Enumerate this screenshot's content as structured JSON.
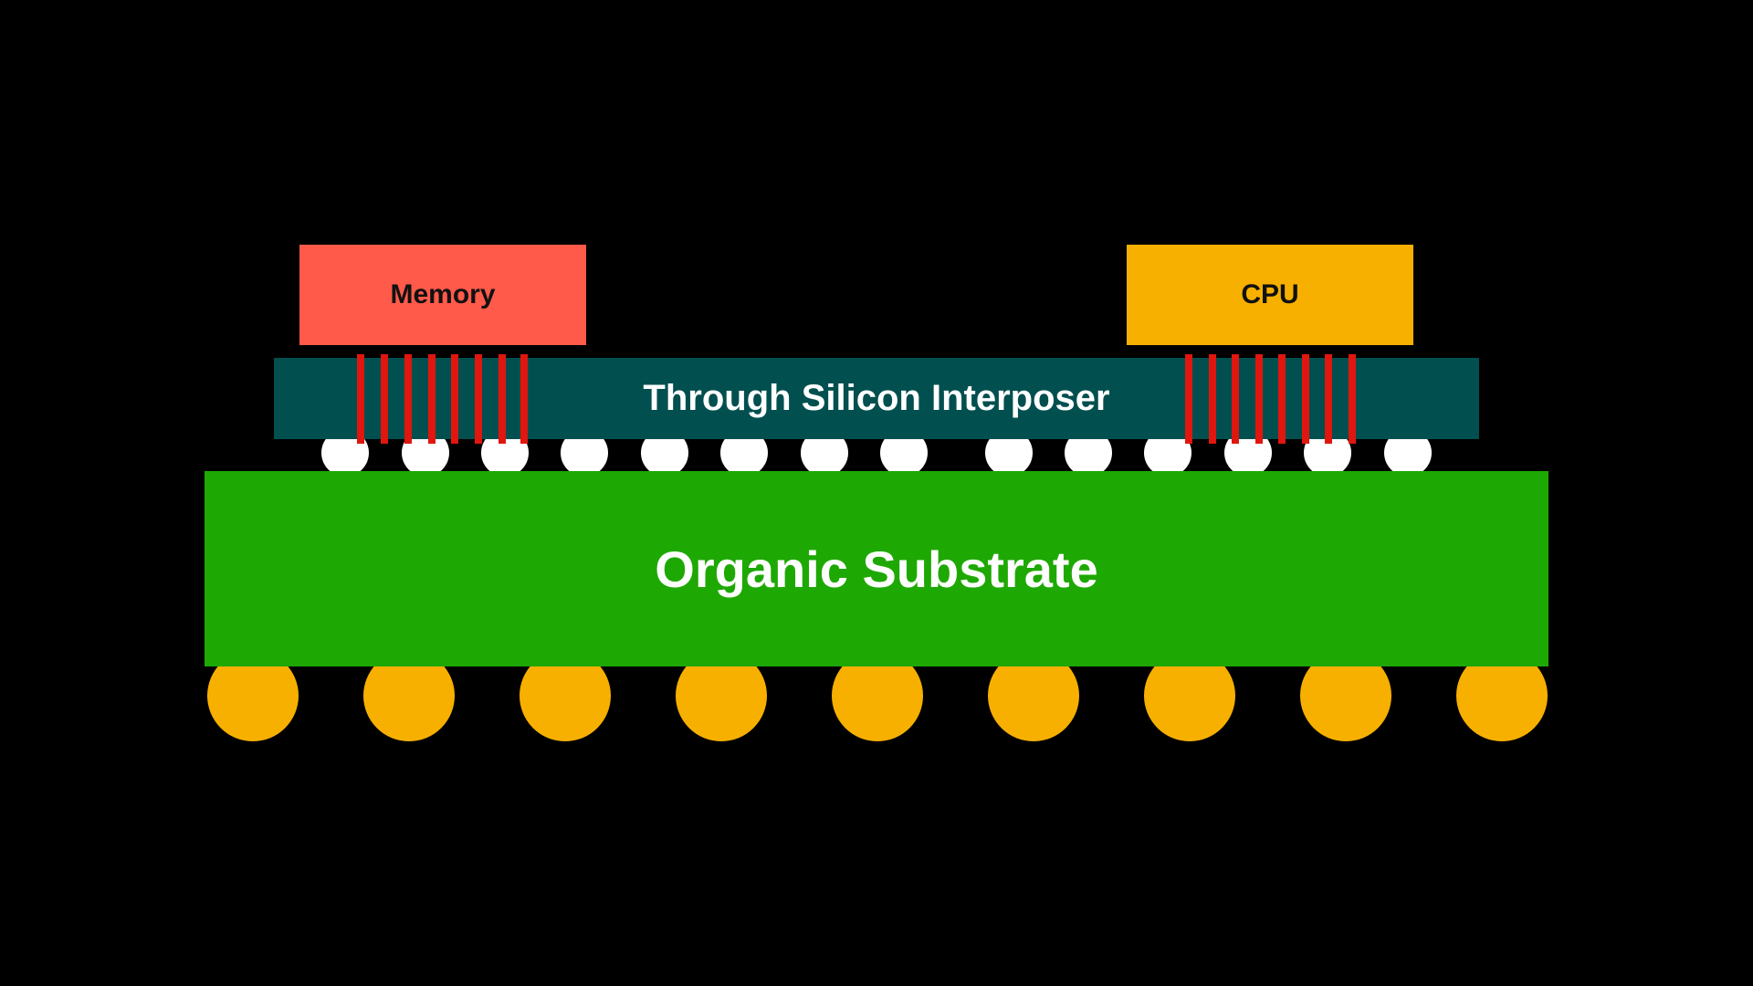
{
  "labels": {
    "memory": "Memory",
    "cpu": "CPU",
    "interposer": "Through Silicon Interposer",
    "substrate": "Organic Substrate"
  },
  "colors": {
    "background": "#000000",
    "memory": "#ff5a4a",
    "cpu": "#f7b000",
    "interposer": "#024f4f",
    "substrate": "#1ea803",
    "tsv": "#e0160f",
    "microbump": "#ffffff",
    "solder_ball": "#f7b000"
  },
  "counts": {
    "tsv_per_chip": 8,
    "microbumps": 14,
    "solder_balls": 9
  }
}
